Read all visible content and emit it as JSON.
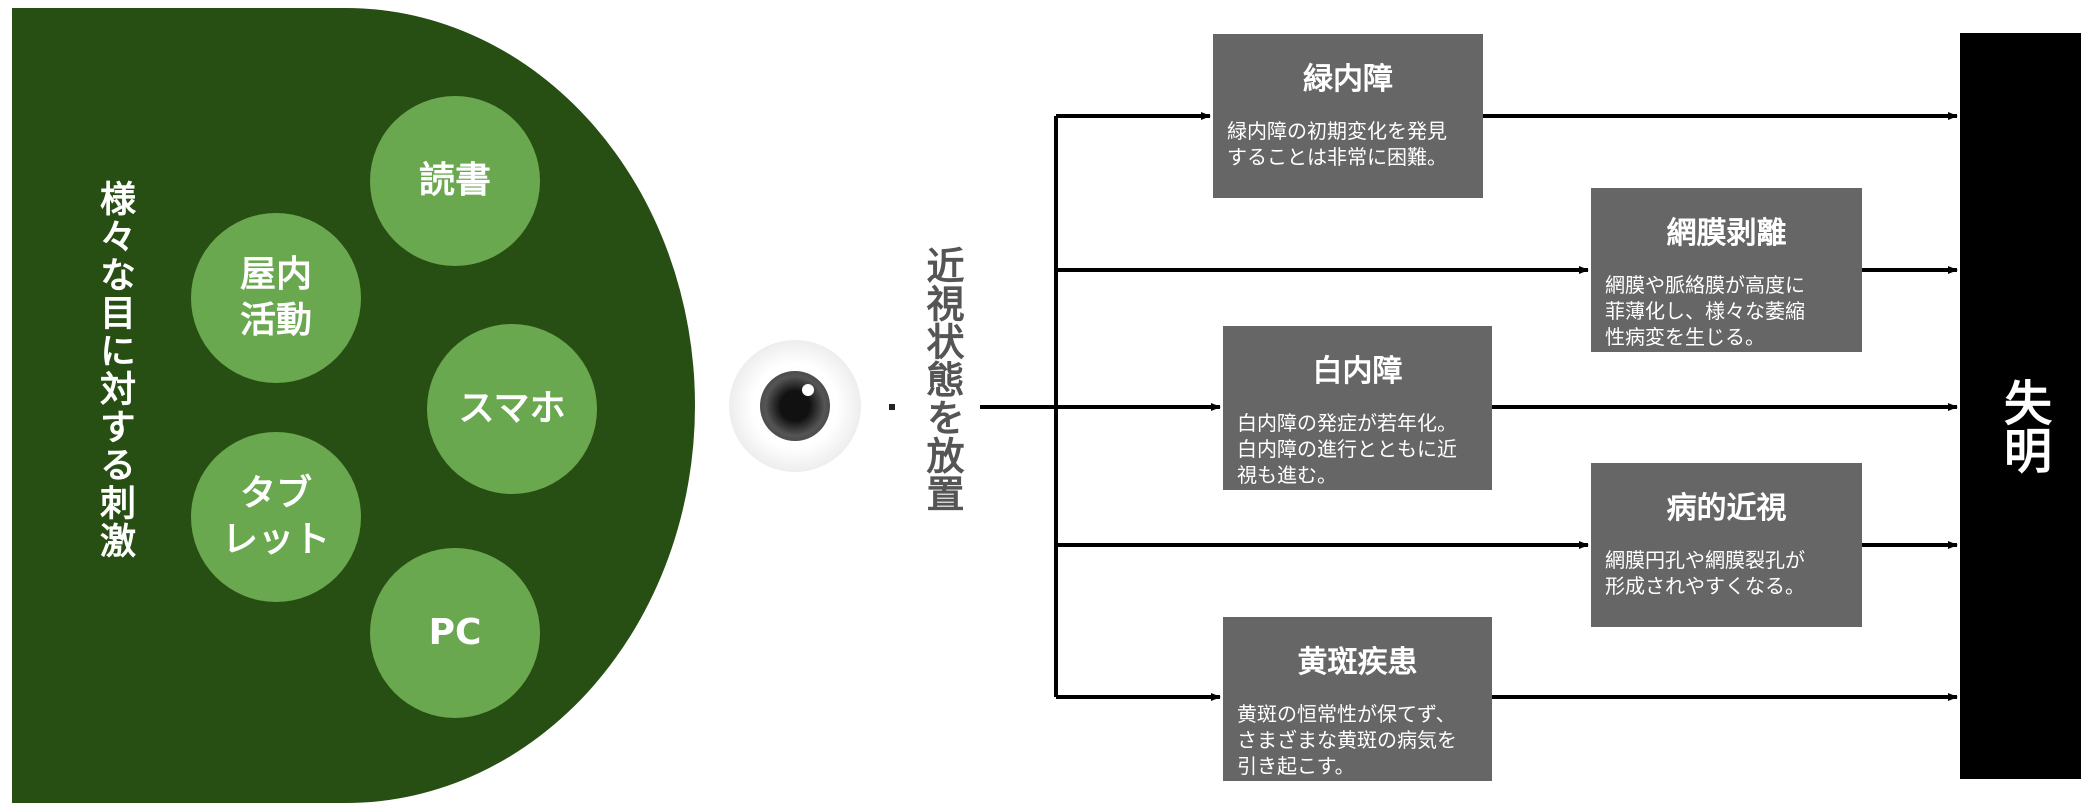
{
  "stimulus": {
    "label": "様々な目に対する刺激",
    "items": [
      "読書",
      "屋内\n活動",
      "スマホ",
      "タブ\nレット",
      "PC"
    ]
  },
  "state": {
    "label": "近視状態を放置"
  },
  "conditions": [
    {
      "title": "緑内障",
      "desc": "緑内障の初期変化を発見\nすることは非常に困難。"
    },
    {
      "title": "網膜剥離",
      "desc": "網膜や脈絡膜が高度に\n菲薄化し、様々な萎縮\n性病変を生じる。"
    },
    {
      "title": "白内障",
      "desc": "白内障の発症が若年化。\n白内障の進行とともに近\n視も進む。"
    },
    {
      "title": "病的近視",
      "desc": "網膜円孔や網膜裂孔が\n形成されやすくなる。"
    },
    {
      "title": "黄斑疾患",
      "desc": "黄斑の恒常性が保てず、\nさまざまな黄斑の病気を\n引き起こす。"
    }
  ],
  "outcome": {
    "label": "失明"
  },
  "colors": {
    "dark_green": "#274e13",
    "light_green": "#6aa84f",
    "box_gray": "#666666",
    "arrow": "#000000"
  },
  "icons": {
    "eye": "eye-icon"
  }
}
